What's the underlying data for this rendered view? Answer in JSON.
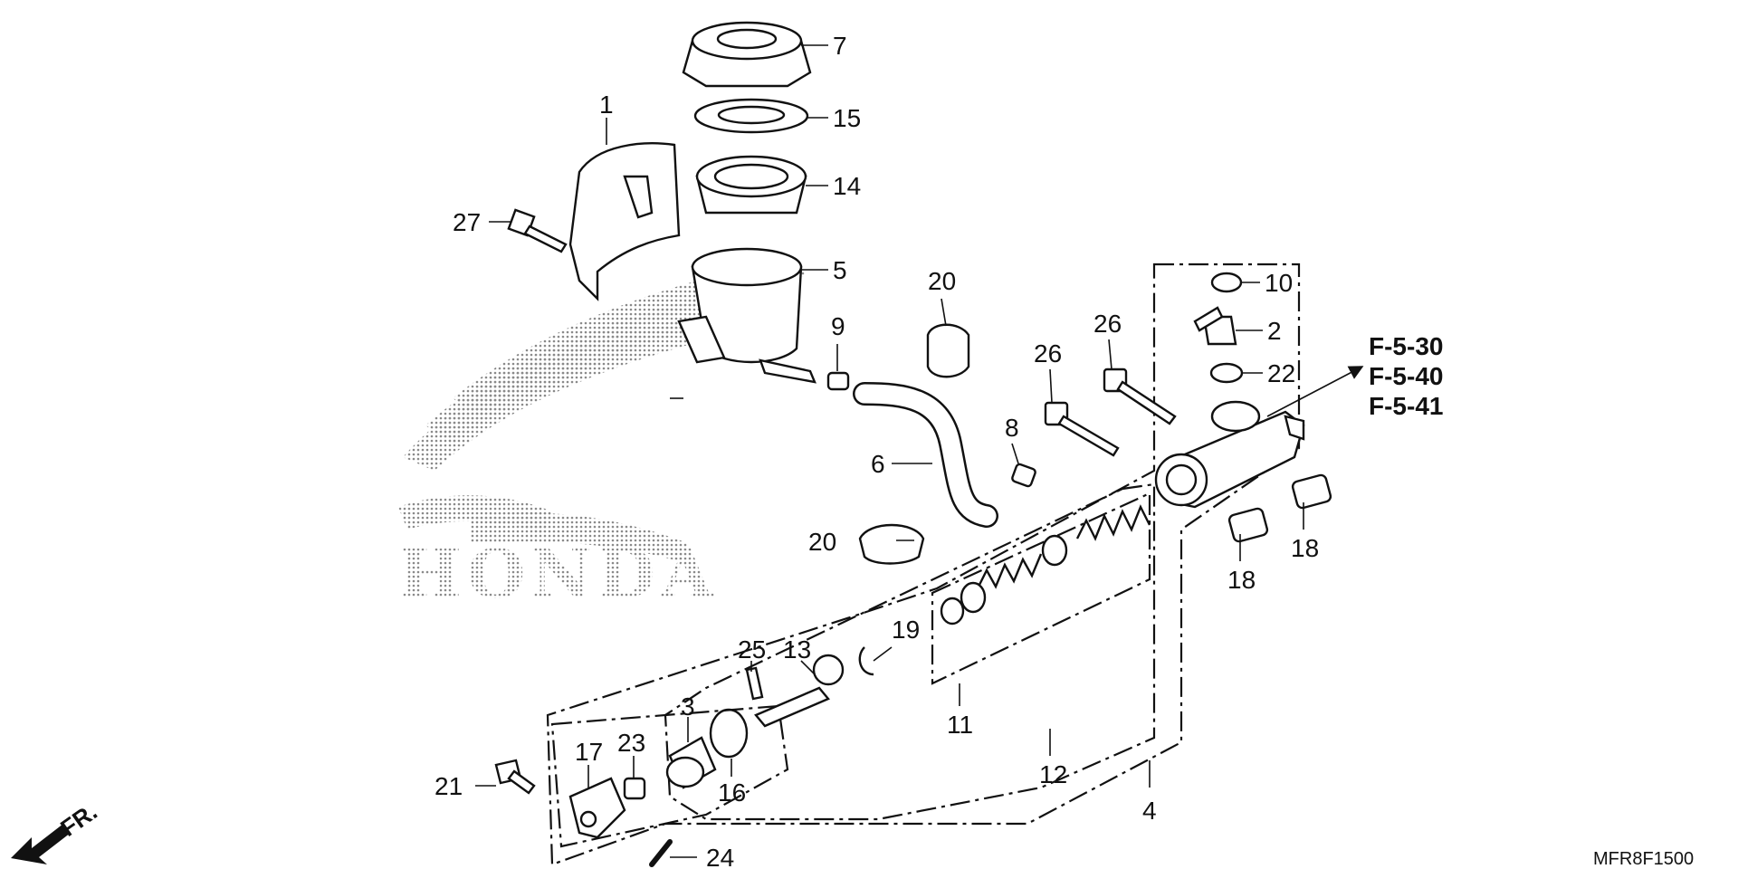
{
  "brand_watermark": "HONDA",
  "diagram_code": "MFR8F1500",
  "direction_label": "FR.",
  "references": [
    "F-5-30",
    "F-5-40",
    "F-5-41"
  ],
  "callouts": {
    "c1": "1",
    "c2": "2",
    "c3": "3",
    "c4": "4",
    "c5": "5",
    "c6": "6",
    "c7": "7",
    "c8": "8",
    "c9": "9",
    "c10": "10",
    "c11": "11",
    "c12": "12",
    "c13": "13",
    "c14": "14",
    "c15": "15",
    "c16": "16",
    "c17": "17",
    "c18a": "18",
    "c18b": "18",
    "c19": "19",
    "c20a": "20",
    "c20b": "20",
    "c21": "21",
    "c22": "22",
    "c23": "23",
    "c24": "24",
    "c25": "25",
    "c26a": "26",
    "c26b": "26",
    "c27": "27"
  }
}
